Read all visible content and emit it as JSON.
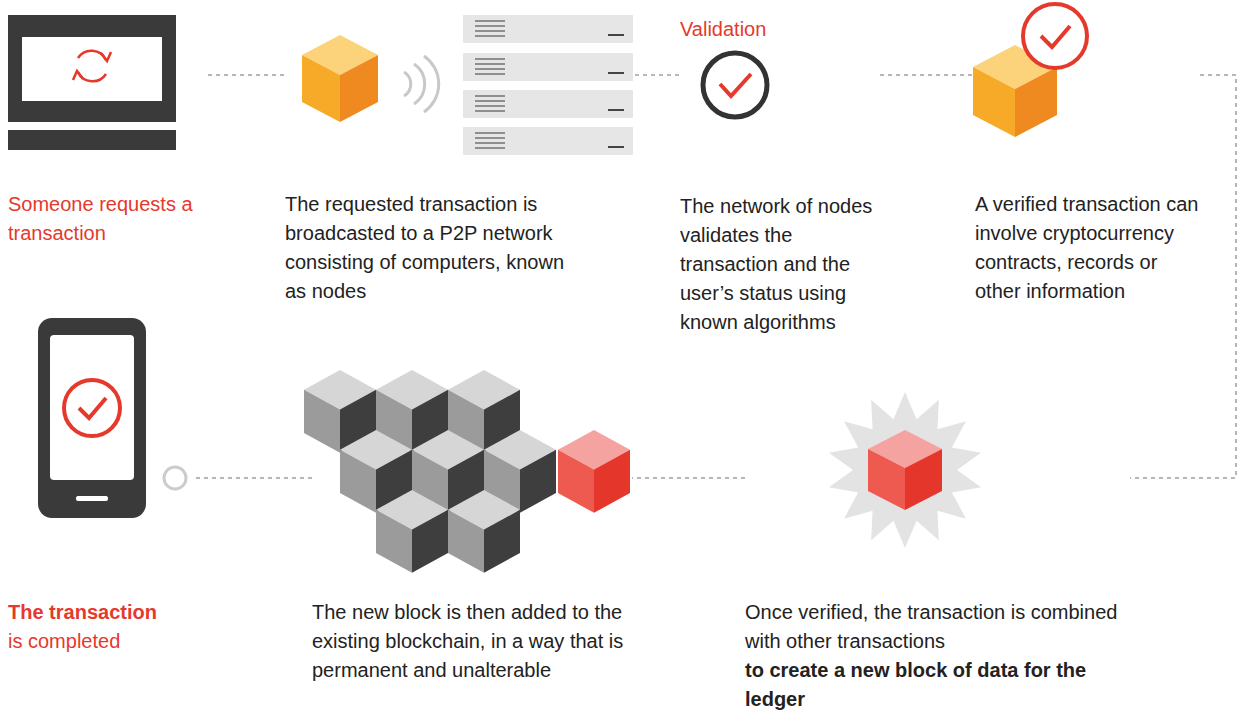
{
  "diagram": {
    "nodes": [
      {
        "text": [
          "Someone requests a transaction"
        ]
      },
      {
        "text": [
          "The requested transaction is broadcasted to a P2P network consisting of computers, known as nodes"
        ]
      },
      {
        "text": [
          "Validation",
          "The network of nodes validates the transaction and the user’s status using known algorithms"
        ]
      },
      {
        "text": [
          "A verified transaction can involve cryptocurrency contracts, records or other information"
        ]
      },
      {
        "text": [
          "The transaction",
          "is completed"
        ]
      },
      {
        "text": [
          "The new block is then added to the existing blockchain, in a way that is permanent and unalterable"
        ]
      },
      {
        "text": [
          "Once verified, the transaction is combined with other transactions",
          "to create a new block of data for the ledger"
        ]
      }
    ],
    "edges": [
      {
        "from": 0,
        "to": 1,
        "arrow": "none"
      },
      {
        "from": 1,
        "to": 2,
        "arrow": "none"
      },
      {
        "from": 2,
        "to": 3,
        "arrow": "none"
      },
      {
        "from": 3,
        "to": 6,
        "arrow": "none"
      },
      {
        "from": 6,
        "to": 5,
        "arrow": "none"
      },
      {
        "from": 5,
        "to": 4,
        "arrow": "none"
      }
    ]
  }
}
